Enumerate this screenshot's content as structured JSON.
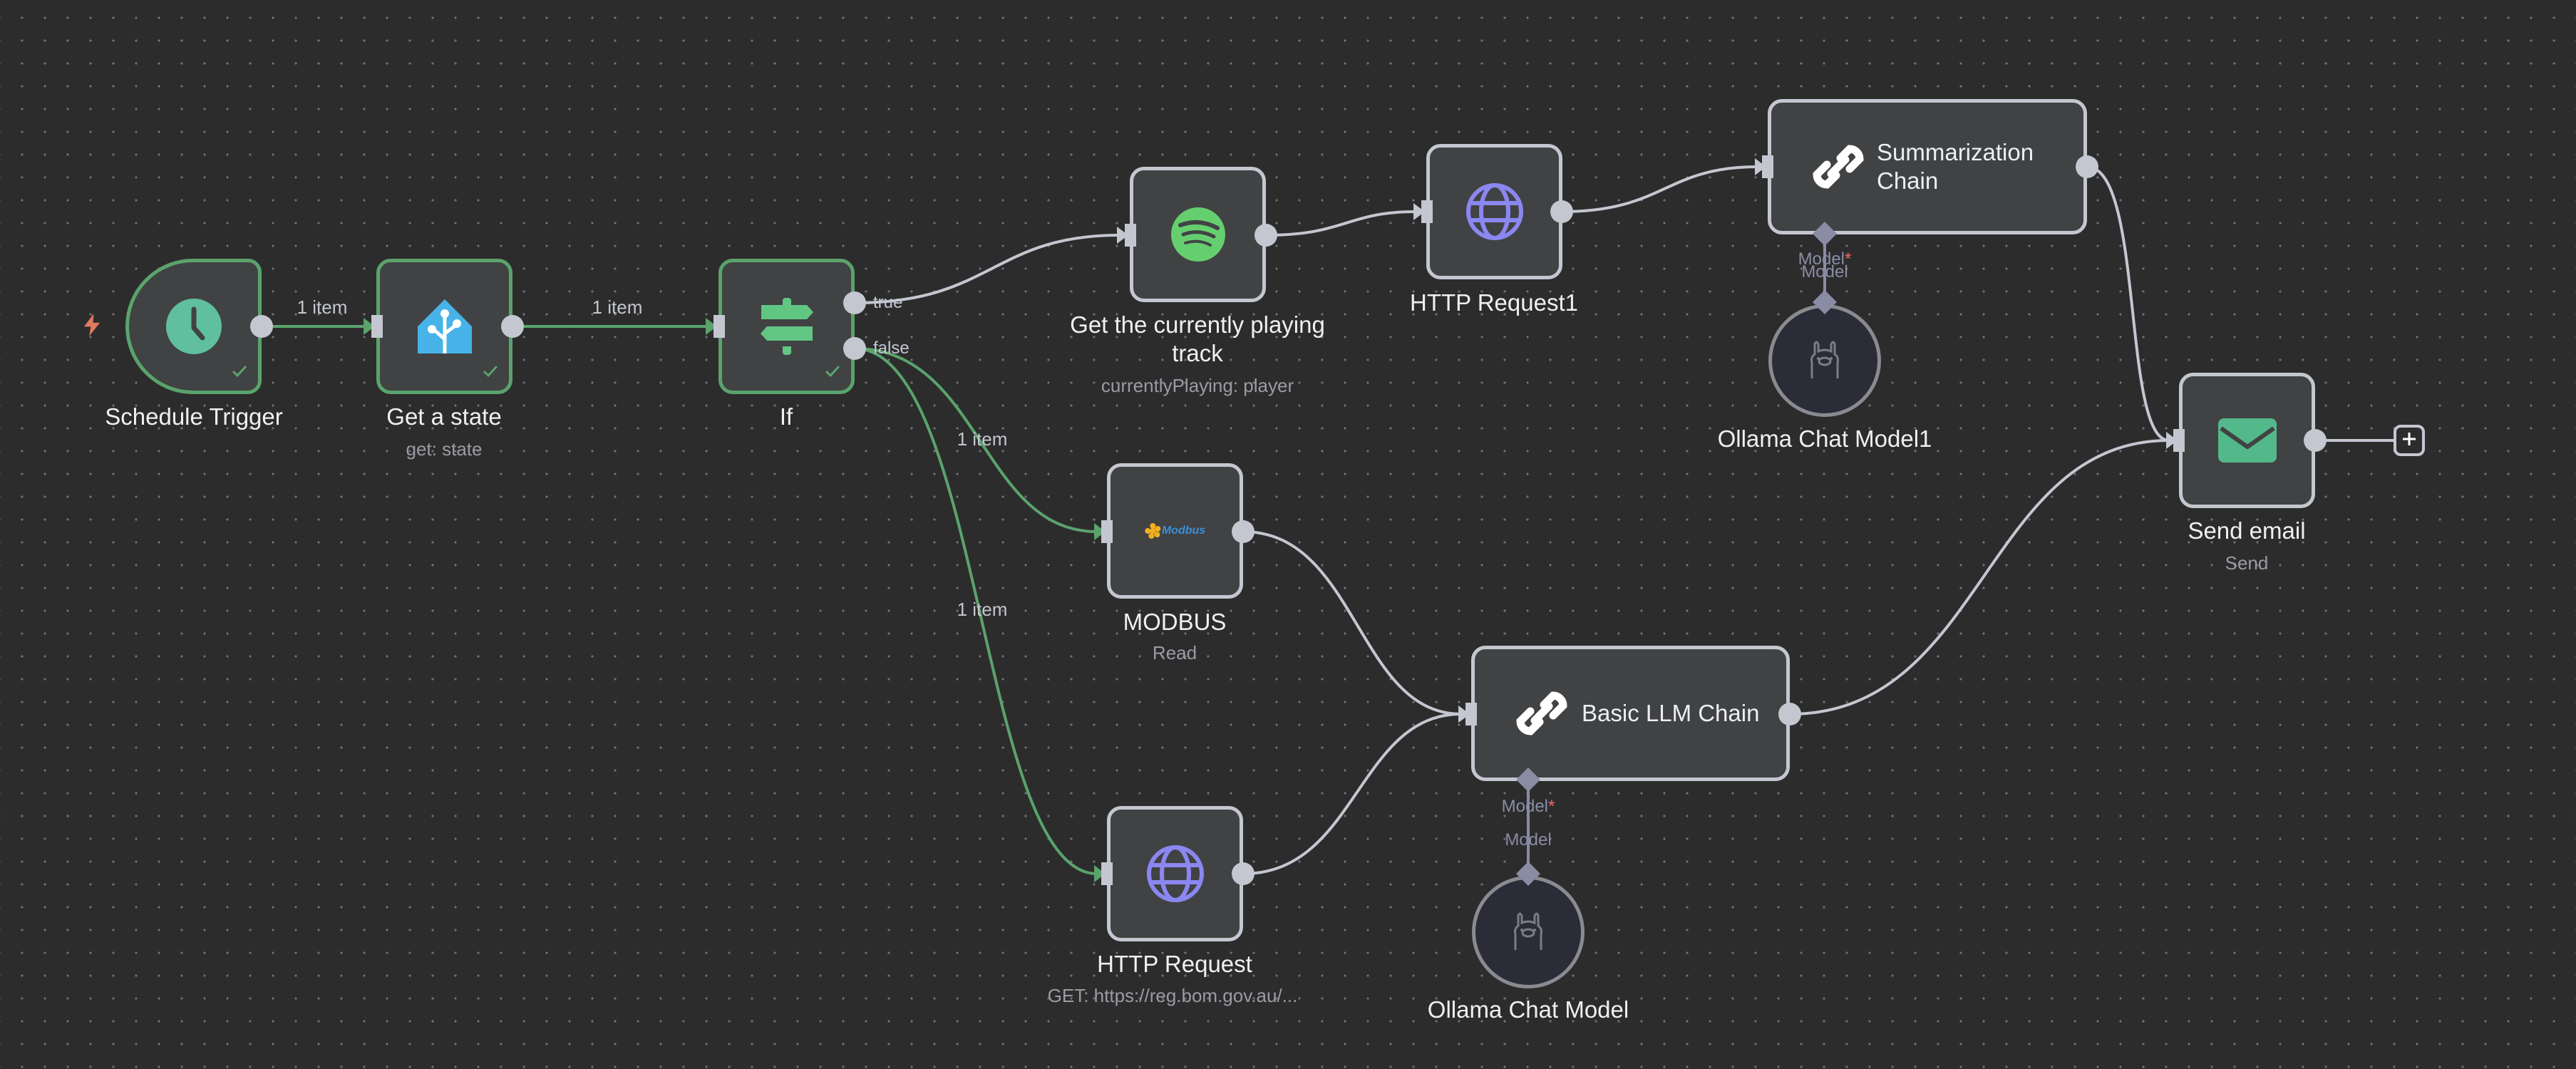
{
  "canvas": {
    "colors": {
      "background": "#2c2c2d",
      "node_fill": "#414244",
      "node_border": "#c4c7d0",
      "success": "#5aa36c",
      "edge_default": "#c4c7d0",
      "edge_success": "#5aa36c",
      "sub_connector": "#8a8ca4",
      "required": "#f06c6c",
      "trigger_bolt": "#e07a5f"
    }
  },
  "nodes": {
    "schedule": {
      "name": "Schedule Trigger",
      "subtitle": "",
      "icon": "clock-icon",
      "icon_color": "#5fbf9f",
      "status": "success"
    },
    "homeassistant": {
      "name": "Get a state",
      "subtitle": "get: state",
      "icon": "home-assistant-icon",
      "icon_color": "#47b3e8",
      "status": "success"
    },
    "if": {
      "name": "If",
      "subtitle": "",
      "icon": "signpost-icon",
      "icon_color": "#62c683",
      "status": "success",
      "outputs": [
        "true",
        "false"
      ]
    },
    "spotify": {
      "name": "Get the currently playing track",
      "subtitle": "currentlyPlaying: player",
      "icon": "spotify-icon",
      "icon_color": "#65cf6f"
    },
    "http1": {
      "name": "HTTP Request1",
      "subtitle": "",
      "icon": "globe-icon",
      "icon_color": "#8b87f0"
    },
    "summarization": {
      "name": "Summarization Chain",
      "name_lines": [
        "Summarization",
        "Chain"
      ],
      "icon": "link-icon",
      "icon_color": "#ffffff",
      "model_required_label": "Model",
      "model_label": "Model"
    },
    "ollama1": {
      "name": "Ollama Chat Model1",
      "icon": "llama-icon"
    },
    "sendemail": {
      "name": "Send email",
      "subtitle": "Send",
      "icon": "envelope-icon",
      "icon_color": "#53b88a"
    },
    "modbus": {
      "name": "MODBUS",
      "subtitle": "Read",
      "icon": "modbus-icon",
      "icon_text": "Modbus"
    },
    "http": {
      "name": "HTTP Request",
      "subtitle": "GET: https://reg.bom.gov.au/...",
      "icon": "globe-icon",
      "icon_color": "#8b87f0"
    },
    "basicllm": {
      "name": "Basic LLM Chain",
      "icon": "link-icon",
      "icon_color": "#ffffff",
      "model_required_label": "Model",
      "model_label": "Model"
    },
    "ollama": {
      "name": "Ollama Chat Model",
      "icon": "llama-icon"
    }
  },
  "edges": [
    {
      "from": "schedule",
      "to": "homeassistant",
      "label": "1 item",
      "status": "success"
    },
    {
      "from": "homeassistant",
      "to": "if",
      "label": "1 item",
      "status": "success"
    },
    {
      "from": "if",
      "port": "true",
      "to": "spotify",
      "label": "",
      "status": "default"
    },
    {
      "from": "if",
      "port": "false",
      "to": "modbus",
      "label": "1 item",
      "status": "success"
    },
    {
      "from": "if",
      "port": "false",
      "to": "http",
      "label": "1 item",
      "status": "success"
    },
    {
      "from": "spotify",
      "to": "http1",
      "label": "",
      "status": "default"
    },
    {
      "from": "http1",
      "to": "summarization",
      "label": "",
      "status": "default"
    },
    {
      "from": "summarization",
      "to": "sendemail",
      "label": "",
      "status": "default"
    },
    {
      "from": "modbus",
      "to": "basicllm",
      "label": "",
      "status": "default"
    },
    {
      "from": "http",
      "to": "basicllm",
      "label": "",
      "status": "default"
    },
    {
      "from": "basicllm",
      "to": "sendemail",
      "label": "",
      "status": "default"
    },
    {
      "from": "ollama1",
      "to": "summarization",
      "label": "",
      "status": "sub"
    },
    {
      "from": "ollama",
      "to": "basicllm",
      "label": "",
      "status": "sub"
    }
  ],
  "toolbar": {
    "add_node_label": "+"
  },
  "required_marker": "*"
}
